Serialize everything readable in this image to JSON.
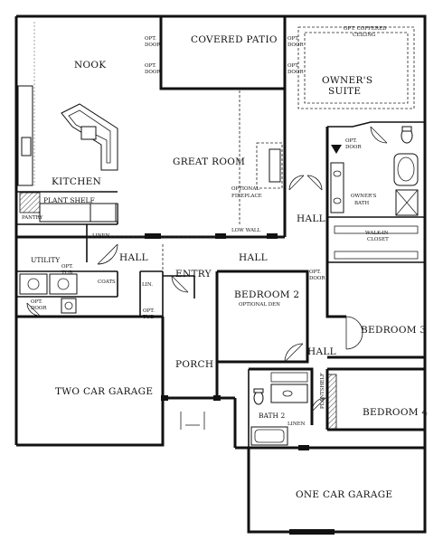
{
  "rooms": {
    "nook": "NOOK",
    "covered_patio": "COVERED PATIO",
    "owners_suite": [
      "OWNER'S",
      "SUITE"
    ],
    "opt_coffered_ceiling": [
      "OPT. COFFERED",
      "CEILING"
    ],
    "kitchen": "KITCHEN",
    "great_room": "GREAT ROOM",
    "optional_fireplace": [
      "OPTIONAL",
      "FIREPLACE"
    ],
    "plant_shelf": "PLANT SHELF",
    "pantry": "PANTRY",
    "linen_upper": "LINEN",
    "low_wall": "LOW WALL",
    "hall_right": "HALL",
    "hall_left": "HALL",
    "hall_center": "HALL",
    "hall_lower": "HALL",
    "utility": "UTILITY",
    "opt_tub_utility": [
      "OPT.",
      "TUB"
    ],
    "coats": "COATS",
    "opt_door_garage": [
      "OPT.",
      "DOOR"
    ],
    "lin_small": "LIN.",
    "opt_tub_entry": [
      "OPT.",
      "TUB"
    ],
    "entry": "ENTRY",
    "bedroom2": "BEDROOM 2",
    "optional_den": "OPTIONAL DEN",
    "opt_door_hall": [
      "OPT.",
      "DOOR"
    ],
    "owners_bath": [
      "OWNER'S",
      "BATH"
    ],
    "walk_in_closet": [
      "WALK-IN",
      "CLOSET"
    ],
    "opt_door_bath": [
      "OPT.",
      "DOOR"
    ],
    "bedroom3": "BEDROOM 3",
    "porch": "PORCH",
    "two_car_garage": "TWO CAR GARAGE",
    "bath2": "BATH 2",
    "linen_lower": "LINEN",
    "plantshelf_vertical": "PLANTSHELF",
    "bedroom4": "BEDROOM 4",
    "one_car_garage": "ONE CAR GARAGE",
    "opt_door_patio_a": [
      "OPT.",
      "DOOR"
    ],
    "opt_door_patio_b": [
      "OPT.",
      "DOOR"
    ],
    "opt_door_patio_c": [
      "OPT.",
      "DOOR"
    ],
    "opt_door_patio_d": [
      "OPT.",
      "DOOR"
    ]
  }
}
